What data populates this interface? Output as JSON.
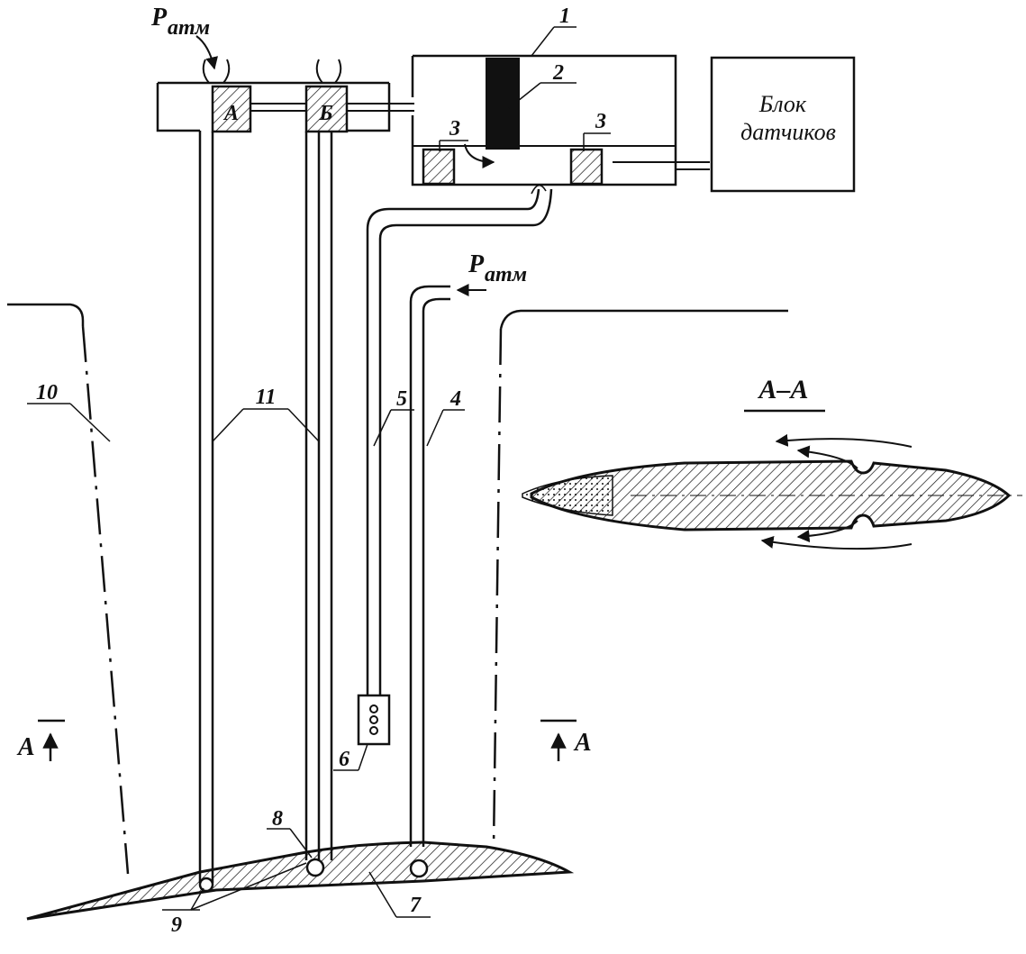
{
  "patm": {
    "base": "P",
    "sub": "атм"
  },
  "sensor_box": {
    "line1": "Блок",
    "line2": "датчиков"
  },
  "port_a": "А",
  "port_b": "Б",
  "section_title": "А–А",
  "section_mark": "А",
  "callouts": {
    "n1": "1",
    "n2": "2",
    "n3": "3",
    "n4": "4",
    "n5": "5",
    "n6": "6",
    "n7": "7",
    "n8": "8",
    "n9": "9",
    "n10": "10",
    "n11": "11"
  }
}
